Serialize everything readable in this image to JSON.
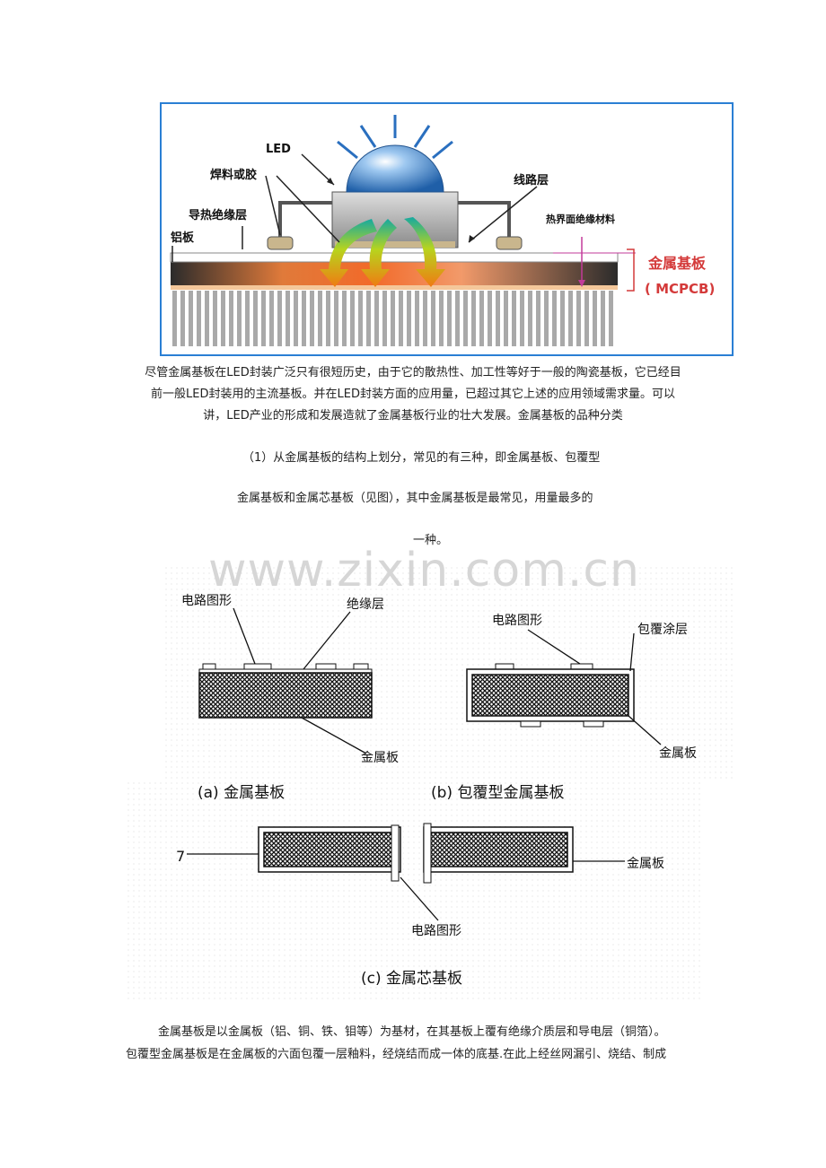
{
  "fig1": {
    "led": "LED",
    "solder": "焊料或胶",
    "insulation": "导热绝缘层",
    "aluminum": "铝板",
    "circuit": "线路层",
    "tim": "热界面绝缘材料",
    "mcpcb_title": "金属基板",
    "mcpcb_sub": "( MCPCB)"
  },
  "paragraphs": {
    "p1_line1": "尽管金属基板在LED封装广泛只有很短历史，由于它的散热性、加工性等好于一般的陶瓷基板，它已经目",
    "p1_line2": "前一般LED封装用的主流基板。并在LED封装方面的应用量，已超过其它上述的应用领域需求量。可以",
    "p1_line3": "讲，LED产业的形成和发展造就了金属基板行业的壮大发展。金属基板的品种分类",
    "p2_line1": "（1）从金属基板的结构上划分，常见的有三种，即金属基板、包覆型",
    "p2_line2": "金属基板和金属芯基板（见图），其中金属基板是最常见，用量最多的",
    "p2_line3": "一种。",
    "p3_line1": "金属基板是以金属板（铝、铜、铁、钼等）为基材，在其基板上覆有绝缘介质层和导电层（铜箔）。",
    "p3_line2": "包覆型金属基板是在金属板的六面包覆一层釉料，经烧结而成一体的底基.在此上经丝网漏引、烧结、制成"
  },
  "watermark": "www.zixin.com.cn",
  "fig2": {
    "a_circuit": "电路图形",
    "a_insulation": "绝缘层",
    "a_metal": "金属板",
    "a_caption": "(a)  金属基板",
    "b_circuit": "电路图形",
    "b_coating": "包覆涂层",
    "b_metal": "金属板",
    "b_caption": "(b)  包覆型金属基板",
    "c_seven": "7",
    "c_metal": "金属板",
    "c_circuit": "电路图形",
    "c_caption": "(c)  金属芯基板"
  }
}
